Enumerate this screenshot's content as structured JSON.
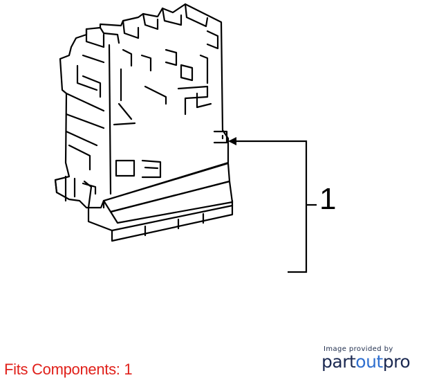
{
  "callout": {
    "number": "1"
  },
  "footer": {
    "fits_label": "Fits Components: 1"
  },
  "credit": {
    "caption": "Image provided by",
    "brand_part1": "part",
    "brand_part2": "out",
    "brand_part3": "pro",
    "colors": {
      "dark": "#1c2a52",
      "accent": "#2f6fcf"
    }
  },
  "colors": {
    "fits_label": "#e0201a"
  }
}
